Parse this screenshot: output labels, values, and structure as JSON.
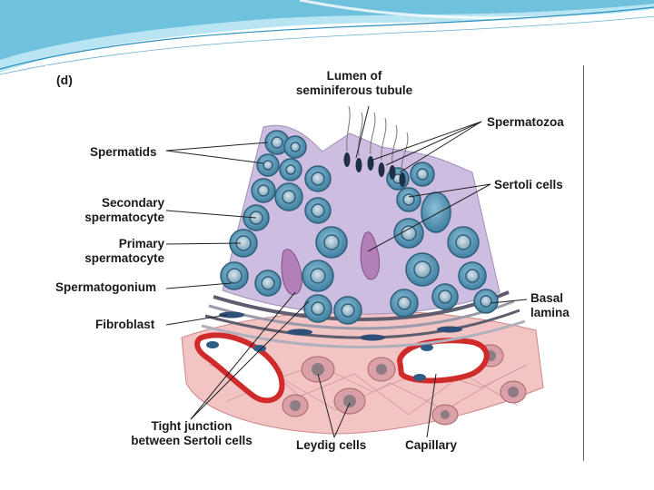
{
  "figure": {
    "panel_label": "(d)",
    "labels": {
      "lumen": [
        "Lumen of",
        "seminiferous tubule"
      ],
      "spermatozoa": "Spermatozoa",
      "spermatids": "Spermatids",
      "sertoli": "Sertoli cells",
      "secondary": [
        "Secondary",
        "spermatocyte"
      ],
      "primary": [
        "Primary",
        "spermatocyte"
      ],
      "spermatogonium": "Spermatogonium",
      "basal": [
        "Basal",
        "lamina"
      ],
      "fibroblast": "Fibroblast",
      "tight": [
        "Tight junction",
        "between Sertoli cells"
      ],
      "leydig": "Leydig cells",
      "capillary": "Capillary"
    }
  },
  "colors": {
    "germ_cell": "#5a95b5",
    "sertoli_cytoplasm": "#cdbde0",
    "interstitium": "#f2c4c4",
    "capillary_wall": "#d02a2a",
    "decor_blue": "#3fa9cf"
  }
}
